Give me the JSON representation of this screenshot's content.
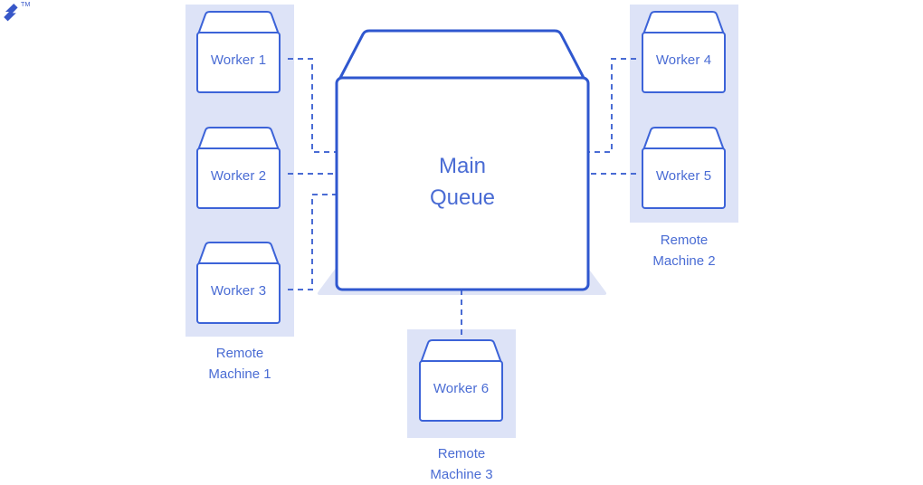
{
  "brand": {
    "logo_icon": "toptal-logo-icon",
    "trademark": "TM"
  },
  "colors": {
    "stroke": "#2f57cf",
    "panel": "#dde3f7",
    "shadow": "#dfe4f6",
    "text": "#4a6cd4",
    "background": "#ffffff"
  },
  "diagram": {
    "type": "distributed-queue-architecture",
    "central_node": {
      "label": "Main\nQueue",
      "shape": "box-with-lid"
    },
    "machines": [
      {
        "id": "remote-machine-1",
        "label": "Remote\nMachine 1",
        "position": "left",
        "workers": [
          {
            "id": "worker-1",
            "label": "Worker 1"
          },
          {
            "id": "worker-2",
            "label": "Worker 2"
          },
          {
            "id": "worker-3",
            "label": "Worker 3"
          }
        ]
      },
      {
        "id": "remote-machine-2",
        "label": "Remote\nMachine 2",
        "position": "right",
        "workers": [
          {
            "id": "worker-4",
            "label": "Worker 4"
          },
          {
            "id": "worker-5",
            "label": "Worker 5"
          }
        ]
      },
      {
        "id": "remote-machine-3",
        "label": "Remote\nMachine 3",
        "position": "bottom",
        "workers": [
          {
            "id": "worker-6",
            "label": "Worker 6"
          }
        ]
      }
    ],
    "connections": [
      {
        "from": "worker-1",
        "to": "main-queue",
        "style": "dashed"
      },
      {
        "from": "worker-2",
        "to": "main-queue",
        "style": "dashed"
      },
      {
        "from": "worker-3",
        "to": "main-queue",
        "style": "dashed"
      },
      {
        "from": "worker-4",
        "to": "main-queue",
        "style": "dashed"
      },
      {
        "from": "worker-5",
        "to": "main-queue",
        "style": "dashed"
      },
      {
        "from": "worker-6",
        "to": "main-queue",
        "style": "dashed"
      }
    ]
  }
}
